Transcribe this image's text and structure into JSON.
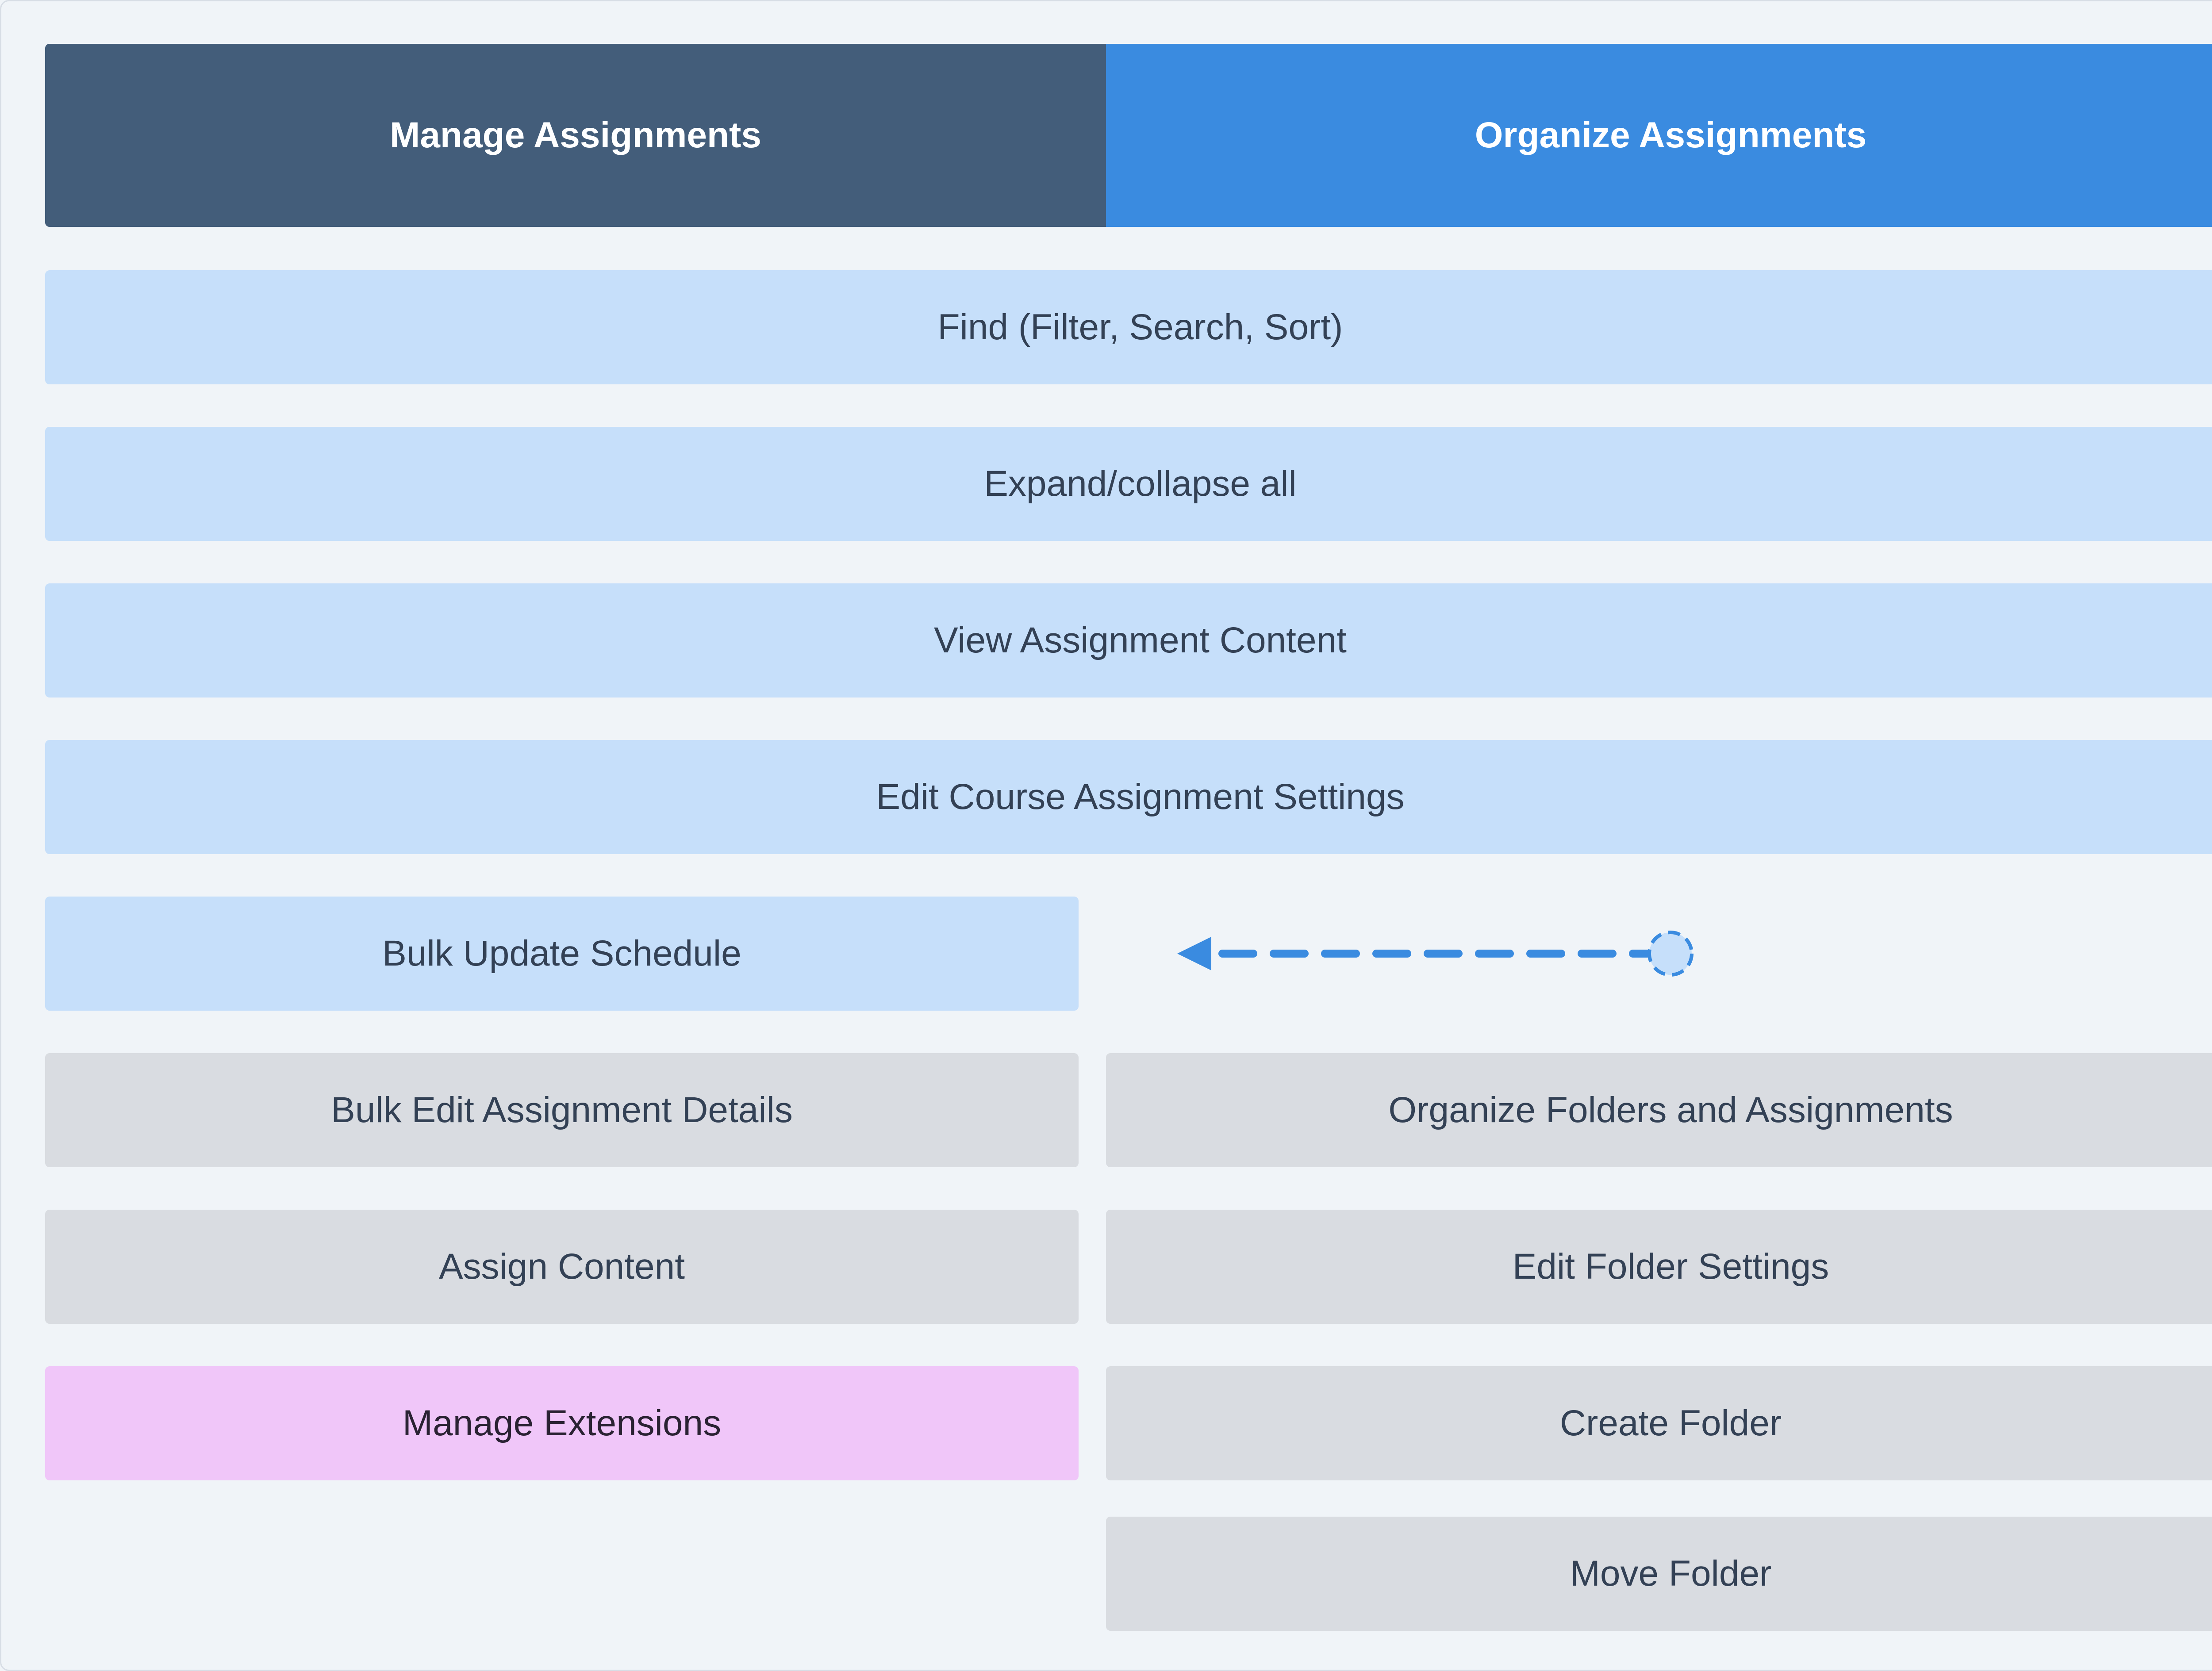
{
  "headers": {
    "manage": "Manage Assignments",
    "organize": "Organize Assignments"
  },
  "full_width_actions": {
    "find": "Find (Filter, Search, Sort)",
    "expand": "Expand/collapse all",
    "view": "View Assignment Content",
    "edit_settings": "Edit Course Assignment Settings"
  },
  "manage_column": {
    "bulk_update": "Bulk Update Schedule",
    "bulk_edit": "Bulk Edit Assignment Details",
    "assign": "Assign Content",
    "extensions": "Manage Extensions"
  },
  "organize_column": {
    "organize_folders": "Organize Folders and Assignments",
    "edit_folder": "Edit Folder Settings",
    "create_folder": "Create Folder",
    "move_folder": "Move Folder"
  },
  "colors": {
    "manage_header": "#435d7a",
    "organize_header": "#3a8be0",
    "shared_action": "#c6dffa",
    "column_action": "#d9dce1",
    "extension_action": "#f0c6f9",
    "connector": "#3a8be0"
  },
  "icons": {
    "connector": "dashed-arrow-icon"
  }
}
